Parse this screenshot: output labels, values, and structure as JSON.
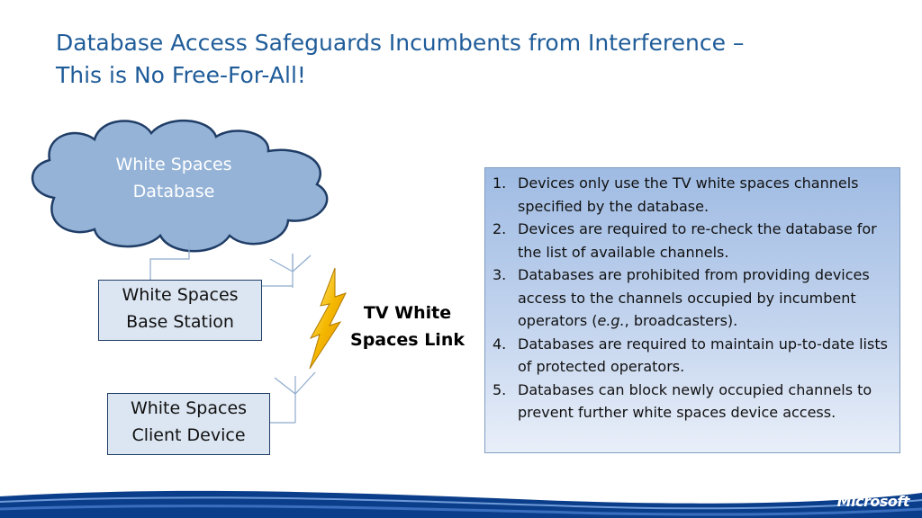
{
  "slide": {
    "title_line1": "Database Access Safeguards Incumbents from Interference –",
    "title_line2": "This is No Free-For-All!"
  },
  "diagram": {
    "cloud": {
      "line1": "White Spaces",
      "line2": "Database"
    },
    "base_station": {
      "line1": "White Spaces",
      "line2": "Base Station"
    },
    "client_device": {
      "line1": "White Spaces",
      "line2": "Client Device"
    },
    "link": {
      "line1": "TV White",
      "line2": "Spaces Link"
    }
  },
  "rules": [
    {
      "num": "1.",
      "text": "Devices only use the TV white spaces channels specified by the database."
    },
    {
      "num": "2.",
      "text": "Devices are required to re-check the database for the list of available channels."
    },
    {
      "num": "3.",
      "text_before": "Databases are prohibited from providing devices access to the channels occupied by incumbent operators (",
      "emphasis": "e.g.",
      "text_after": ", broadcasters)."
    },
    {
      "num": "4.",
      "text": "Databases are required to maintain up-to-date lists of protected operators."
    },
    {
      "num": "5.",
      "text": "Databases can block newly occupied channels to prevent further white spaces device access."
    }
  ],
  "footer": {
    "logo": "Microsoft"
  },
  "colors": {
    "title": "#1f5c99",
    "cloud_fill": "#95b3d7",
    "cloud_stroke": "#1f3d66",
    "box_fill": "#dce6f2",
    "lightning": "#f5b800",
    "footer_blue": "#0b3e8a"
  }
}
